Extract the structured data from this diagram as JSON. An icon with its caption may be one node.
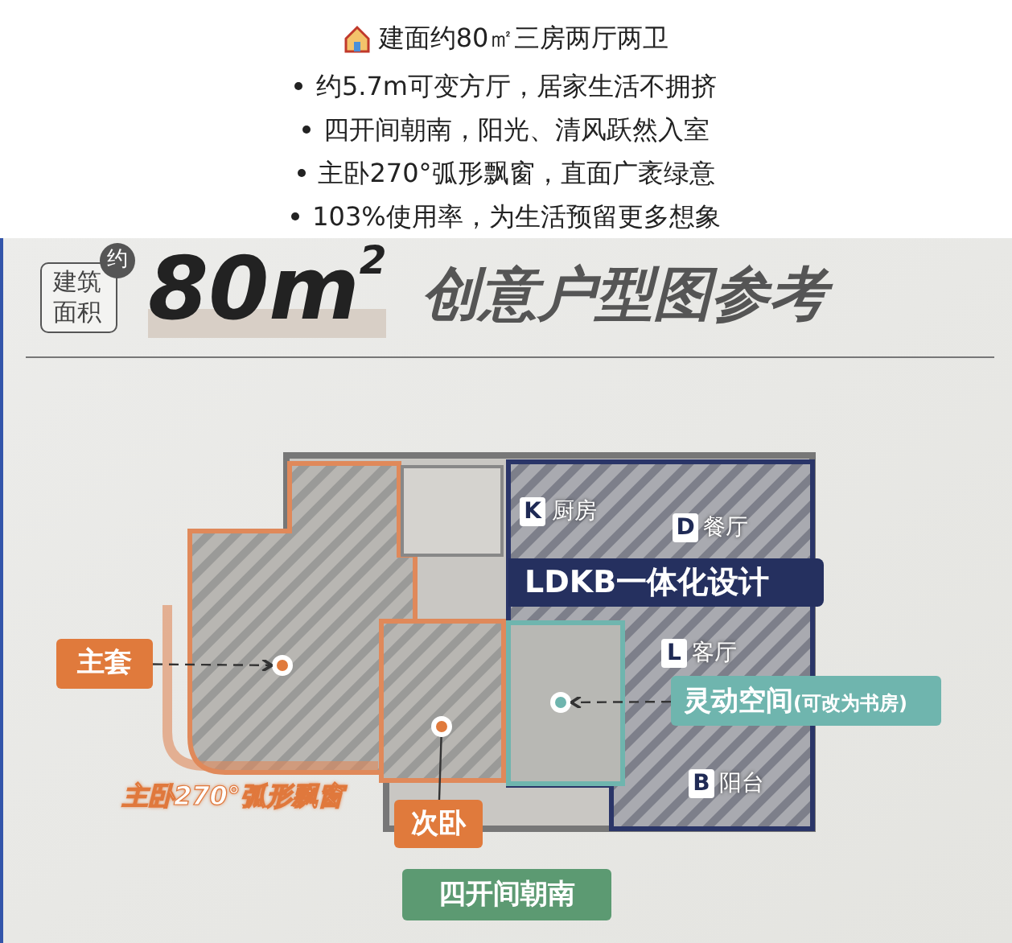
{
  "diagram": {
    "nodes": [
      {
        "text": [
          "主套"
        ]
      },
      {
        "text": [],
        "shape": "circle"
      },
      {
        "text": [],
        "shape": "circle"
      },
      {
        "text": [
          "次卧"
        ]
      },
      {
        "text": [],
        "shape": "circle"
      },
      {
        "text": [
          "灵动空间",
          "(可改为书房)"
        ]
      }
    ],
    "edges": [
      {
        "from": 0,
        "to": 1,
        "arrow": "to",
        "style": "dashed"
      },
      {
        "from": 3,
        "to": 2,
        "arrow": "none"
      },
      {
        "from": 5,
        "to": 4,
        "arrow": "to",
        "style": "dashed"
      }
    ],
    "labels": [
      "建面约80㎡三房两厅两卫",
      "约5.7m可变方厅，居家生活不拥挤",
      "四开间朝南，阳光、清风跃然入室",
      "主卧270°弧形飘窗，直面广袤绿意",
      "103%使用率，为生活预留更多想象",
      "建筑面积",
      "约",
      "80m$^{2}$",
      "创意户型图参考",
      "K",
      "厨房",
      "D",
      "餐厅",
      "LDKB一体化设计",
      "L",
      "客厅",
      "主卧270°弧形飘窗",
      "B",
      "阳台",
      "四开间朝南"
    ]
  }
}
